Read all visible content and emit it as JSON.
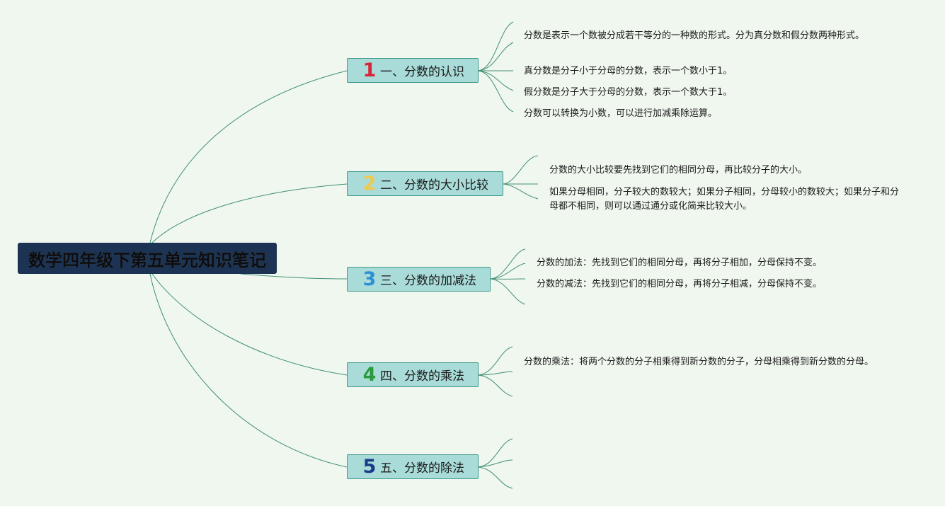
{
  "root": {
    "title": "数学四年级下第五单元知识笔记"
  },
  "branches": [
    {
      "number": "1",
      "number_color": "#d72437",
      "label": "一、分数的认识",
      "leaves": [
        "分数是表示一个数被分成若干等分的一种数的形式。分为真分数和假分数两种形式。",
        "真分数是分子小于分母的分数，表示一个数小于1。",
        "假分数是分子大于分母的分数，表示一个数大于1。",
        "分数可以转换为小数，可以进行加减乘除运算。"
      ]
    },
    {
      "number": "2",
      "number_color": "#f2c84b",
      "label": "二、分数的大小比较",
      "leaves": [
        "分数的大小比较要先找到它们的相同分母，再比较分子的大小。",
        "如果分母相同，分子较大的数较大；如果分子相同，分母较小的数较大；如果分子和分母都不相同，则可以通过通分或化简来比较大小。"
      ]
    },
    {
      "number": "3",
      "number_color": "#2f8fd6",
      "label": "三、分数的加减法",
      "leaves": [
        "分数的加法：先找到它们的相同分母，再将分子相加，分母保持不变。",
        "分数的减法：先找到它们的相同分母，再将分子相减，分母保持不变。"
      ]
    },
    {
      "number": "4",
      "number_color": "#2a9a3a",
      "label": "四、分数的乘法",
      "leaves": [
        "分数的乘法：将两个分数的分子相乘得到新分数的分子，分母相乘得到新分数的分母。"
      ]
    },
    {
      "number": "5",
      "number_color": "#1d3a8a",
      "label": "五、分数的除法",
      "leaves": []
    }
  ],
  "colors": {
    "background": "#f0f7ef",
    "root_fill": "#1d3353",
    "branch_fill": "#a9dcd9",
    "branch_border": "#3f9a8b",
    "connector": "#3f8f77"
  }
}
